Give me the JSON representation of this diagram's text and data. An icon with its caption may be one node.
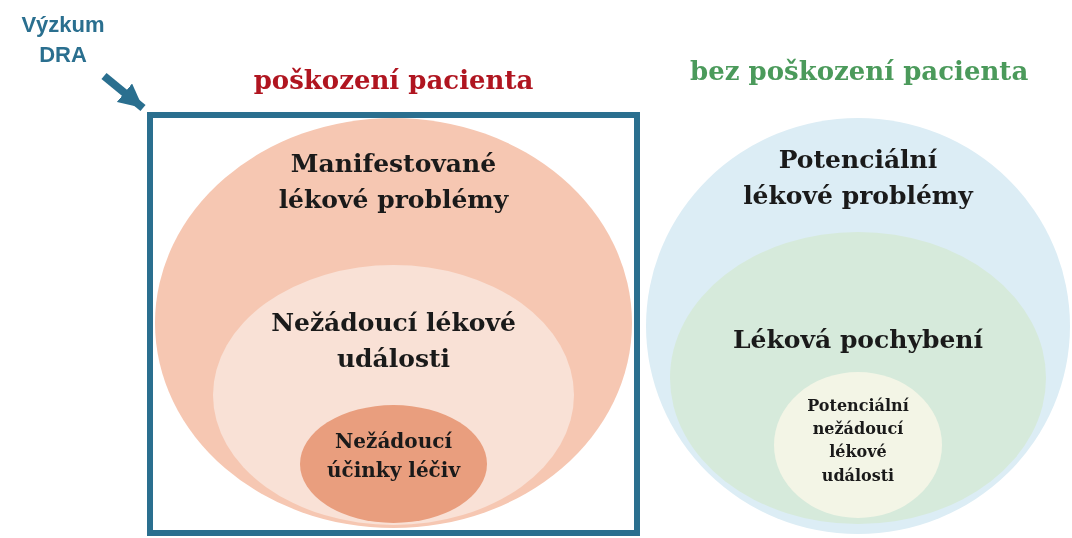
{
  "diagram": {
    "nodes": [
      {
        "text": [
          "Výzkum DRA"
        ]
      },
      {
        "text": [
          "poškození pacienta"
        ]
      },
      {
        "text": [
          "Manifestované lékové problémy"
        ],
        "in": 1
      },
      {
        "text": [
          "Nežádoucí lékové události"
        ],
        "in": 2
      },
      {
        "text": [
          "Nežádoucí účinky léčiv"
        ],
        "in": 3
      },
      {
        "text": [
          "Potenciální lékové problémy"
        ]
      },
      {
        "text": [
          "Léková pochybení"
        ],
        "in": 5
      },
      {
        "text": [
          "Potenciální nežádoucí lékové události"
        ],
        "in": 6
      }
    ],
    "edges": [
      {
        "from": 0,
        "to": 1,
        "arrow": "to"
      }
    ],
    "labels": [
      "bez poškození pacienta"
    ]
  }
}
